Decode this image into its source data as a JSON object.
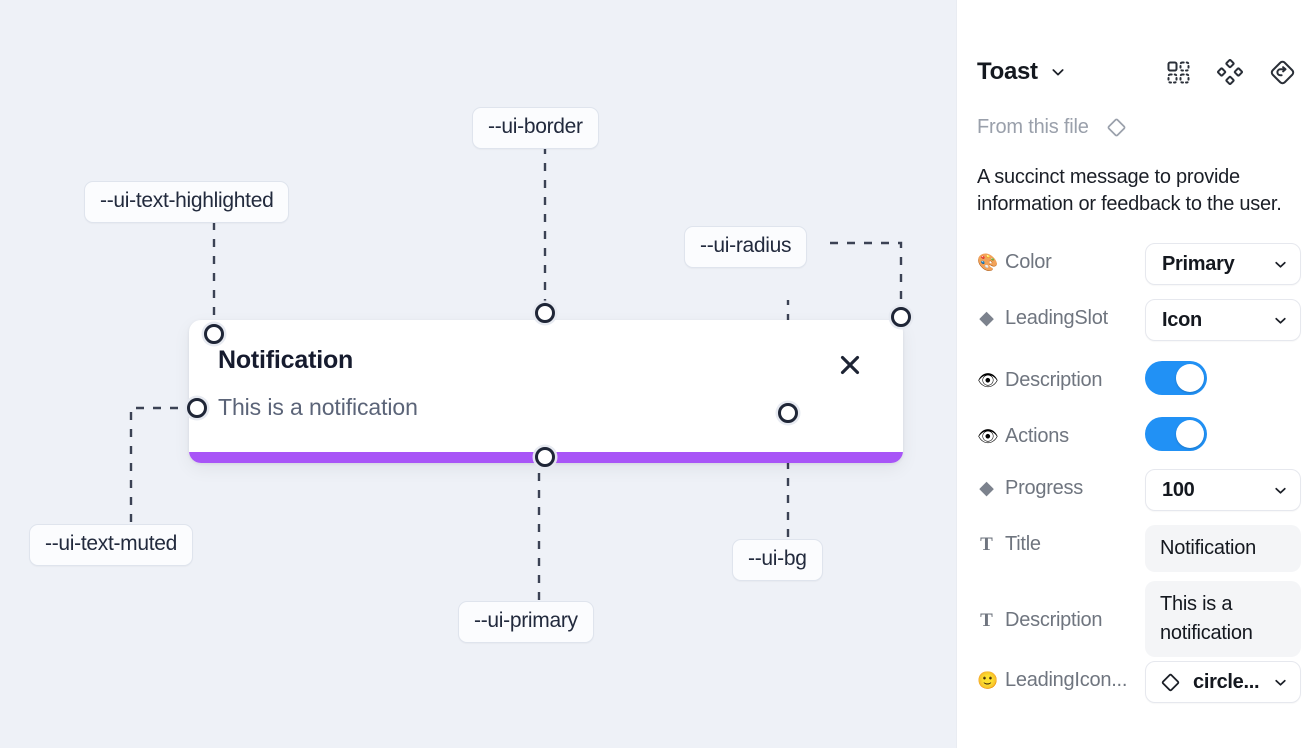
{
  "canvas": {
    "background_color": "#eef1f7",
    "toast": {
      "title": "Notification",
      "description": "This is a notification",
      "close_icon": "close-x-icon",
      "progress_color": "#a855f7"
    },
    "annotations": [
      {
        "id": "ui-text-highlighted",
        "label": "--ui-text-highlighted"
      },
      {
        "id": "ui-border",
        "label": "--ui-border"
      },
      {
        "id": "ui-radius",
        "label": "--ui-radius"
      },
      {
        "id": "ui-text-muted",
        "label": "--ui-text-muted"
      },
      {
        "id": "ui-primary",
        "label": "--ui-primary"
      },
      {
        "id": "ui-bg",
        "label": "--ui-bg"
      }
    ]
  },
  "panel": {
    "title": "Toast",
    "title_caret_icon": "chevron-down-icon",
    "header_icons": [
      {
        "name": "component-variants-icon"
      },
      {
        "name": "four-diamonds-icon"
      },
      {
        "name": "reset-instance-icon"
      }
    ],
    "from_file": {
      "label": "From this file",
      "icon": "diamond-component-icon"
    },
    "description": "A succinct message to provide information or feedback to the user.",
    "properties": [
      {
        "icon": "🎨",
        "icon_name": "palette-emoji-icon",
        "name": "Color",
        "type": "select",
        "value": "Primary"
      },
      {
        "icon": "◆",
        "icon_name": "diamond-icon",
        "name": "LeadingSlot",
        "type": "select",
        "value": "Icon"
      },
      {
        "icon": "👁",
        "icon_name": "eye-emoji-icon",
        "name": "Description",
        "type": "toggle",
        "value": "on"
      },
      {
        "icon": "👁",
        "icon_name": "eye-emoji-icon",
        "name": "Actions",
        "type": "toggle",
        "value": "on"
      },
      {
        "icon": "◆",
        "icon_name": "diamond-icon",
        "name": "Progress",
        "type": "select",
        "value": "100"
      },
      {
        "icon": "T",
        "icon_name": "text-type-icon",
        "name": "Title",
        "type": "text",
        "value": "Notification"
      },
      {
        "icon": "T",
        "icon_name": "text-type-icon",
        "name": "Description",
        "type": "text",
        "value": "This is a notification"
      },
      {
        "icon": "🙂",
        "icon_name": "smiley-emoji-icon",
        "name": "LeadingIcon...",
        "type": "select-icon",
        "value": "circle..."
      }
    ]
  }
}
